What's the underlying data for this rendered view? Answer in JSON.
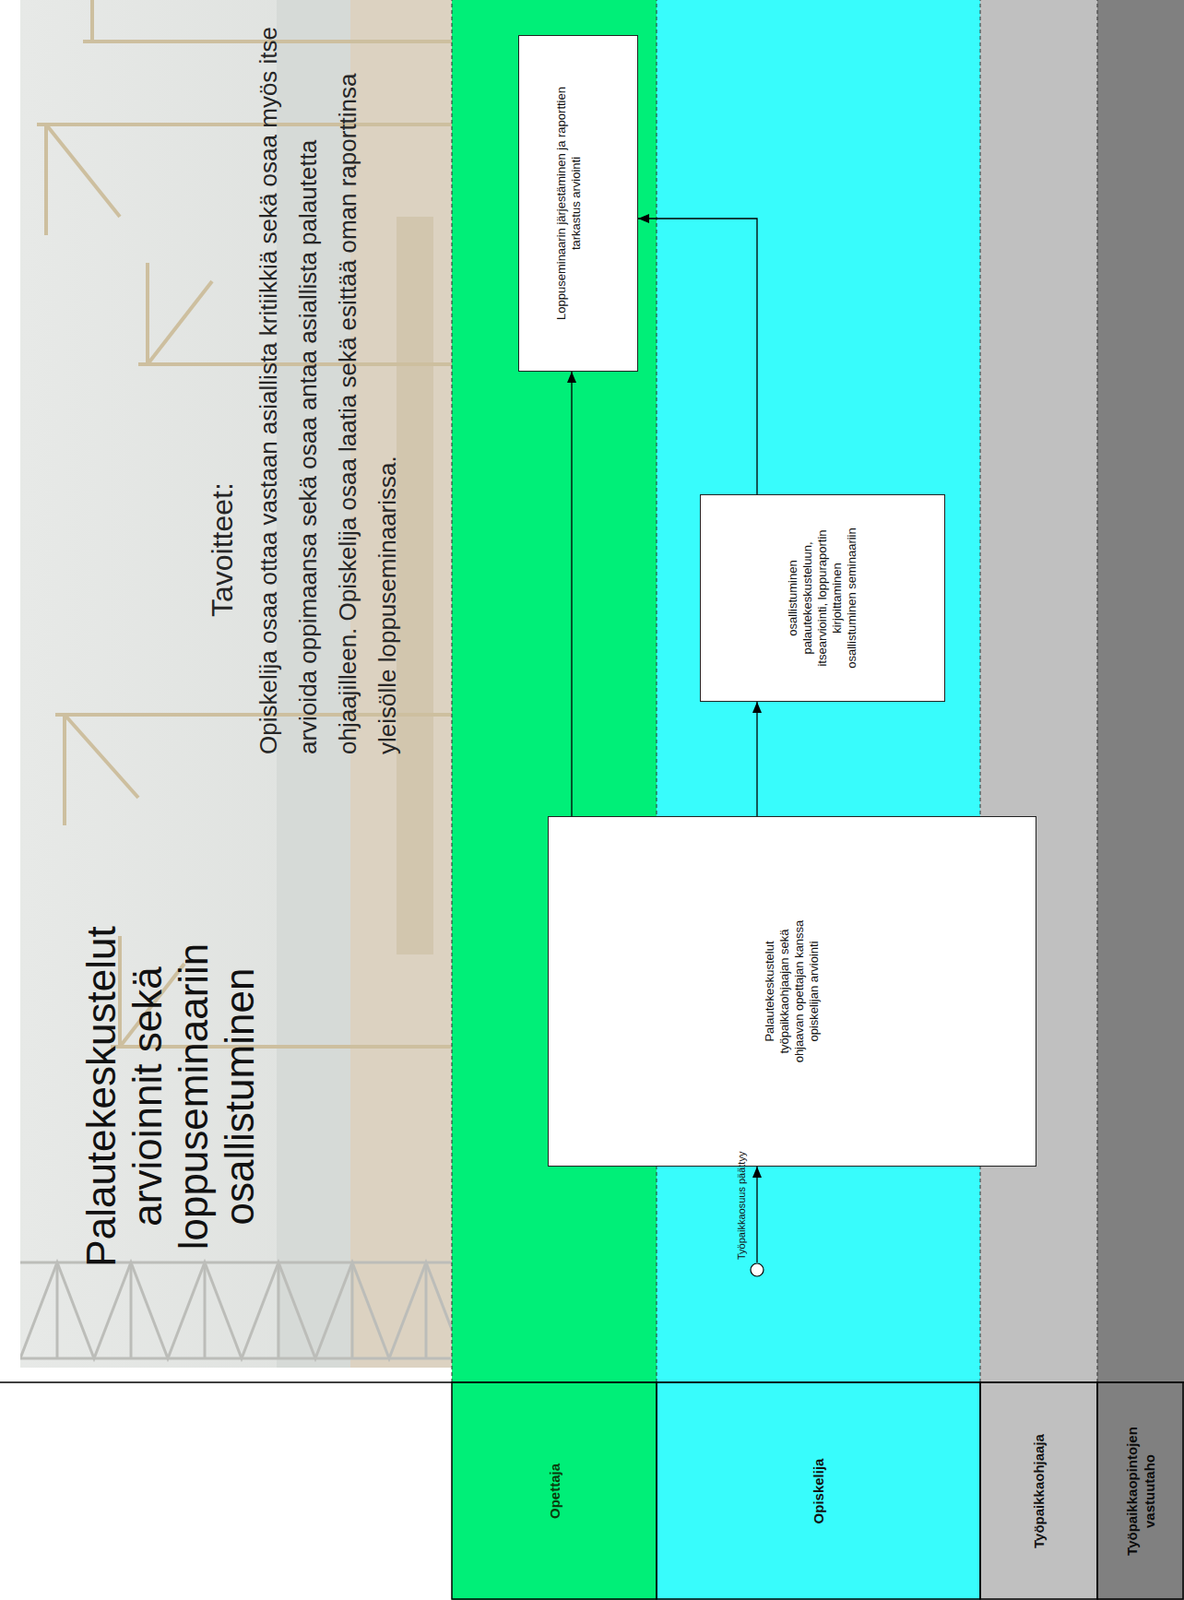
{
  "diagram": {
    "title": "Palautekeskustelut arvioinnit sekä loppuseminaariin osallistuminen",
    "nodes": [
      {
        "text": [
          "Opettaja"
        ]
      },
      {
        "text": [
          "Opiskelija"
        ]
      },
      {
        "text": [
          "Työpaikkaohjaaja"
        ]
      },
      {
        "text": [
          "Työpaikkaopintojen vastuutaho"
        ]
      },
      {
        "text": [
          "Työpaikkaosuus päättyy"
        ],
        "in": 1
      },
      {
        "text": [
          "Palautekeskustelut työpaikkaohjaajan sekä ohjaavan opettajan kanssa opiskelijan arviointi"
        ],
        "in": 1
      },
      {
        "text": [
          "osallistuminen palautekeskusteluun, itsearviointi, loppuraportin kirjoittaminen osallistuminen seminaariin"
        ],
        "in": 1
      },
      {
        "text": [
          "Loppuseminaarin järjestäminen ja raporttien tarkastus arviointi"
        ],
        "in": 0
      }
    ],
    "edges": [
      {
        "from": 4,
        "to": 5,
        "arrow": "to"
      },
      {
        "from": 5,
        "to": 6,
        "arrow": "to"
      },
      {
        "from": 5,
        "to": 7,
        "arrow": "to"
      },
      {
        "from": 6,
        "to": 7,
        "arrow": "to"
      }
    ],
    "labels": [
      "Tavoitteet:",
      "Opiskelija osaa ottaa vastaan asiallista kritiikkiä sekä osaa myös itse arvioida oppimaansa sekä osaa antaa asiallista palautetta ohjaajilleen. Opiskelija osaa laatia sekä esittää oman raporttinsa yleisölle loppuseminaarissa."
    ]
  }
}
